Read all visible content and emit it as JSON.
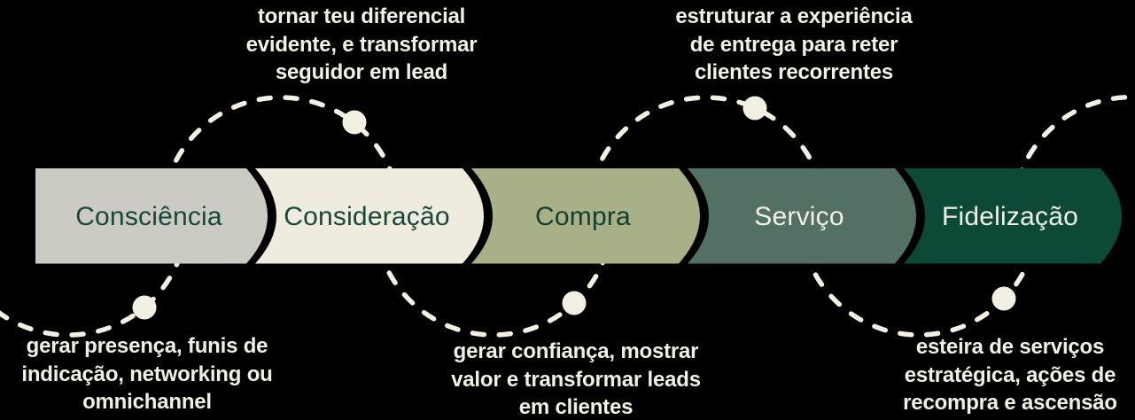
{
  "diagram": {
    "title": "customer journey funnel",
    "background": "#000000",
    "accent_cream": "#f2efe3",
    "stages": [
      {
        "label": "Consciência",
        "fill": "#cccbc3",
        "text_color": "#17493a"
      },
      {
        "label": "Consideração",
        "fill": "#efecdf",
        "text_color": "#17493a"
      },
      {
        "label": "Compra",
        "fill": "#a7b087",
        "text_color": "#123f2e"
      },
      {
        "label": "Serviço",
        "fill": "#527063",
        "text_color": "#f2efe6"
      },
      {
        "label": "Fidelização",
        "fill": "#0c4936",
        "text_color": "#f2efe6"
      }
    ],
    "annotations": {
      "top": [
        {
          "lines": [
            "tornar teu diferencial",
            "evidente, e transformar",
            "seguidor em lead"
          ]
        },
        {
          "lines": [
            "estruturar a experiência",
            "de entrega para reter",
            "clientes recorrentes"
          ]
        }
      ],
      "bottom": [
        {
          "lines": [
            "gerar presença, funis de",
            "indicação, networking ou",
            "omnichannel"
          ]
        },
        {
          "lines": [
            "gerar confiança, mostrar",
            "valor e transformar leads",
            "em clientes"
          ]
        },
        {
          "lines": [
            "esteira de serviços",
            "estratégica, ações de",
            "recompra e ascensão"
          ]
        }
      ]
    }
  }
}
